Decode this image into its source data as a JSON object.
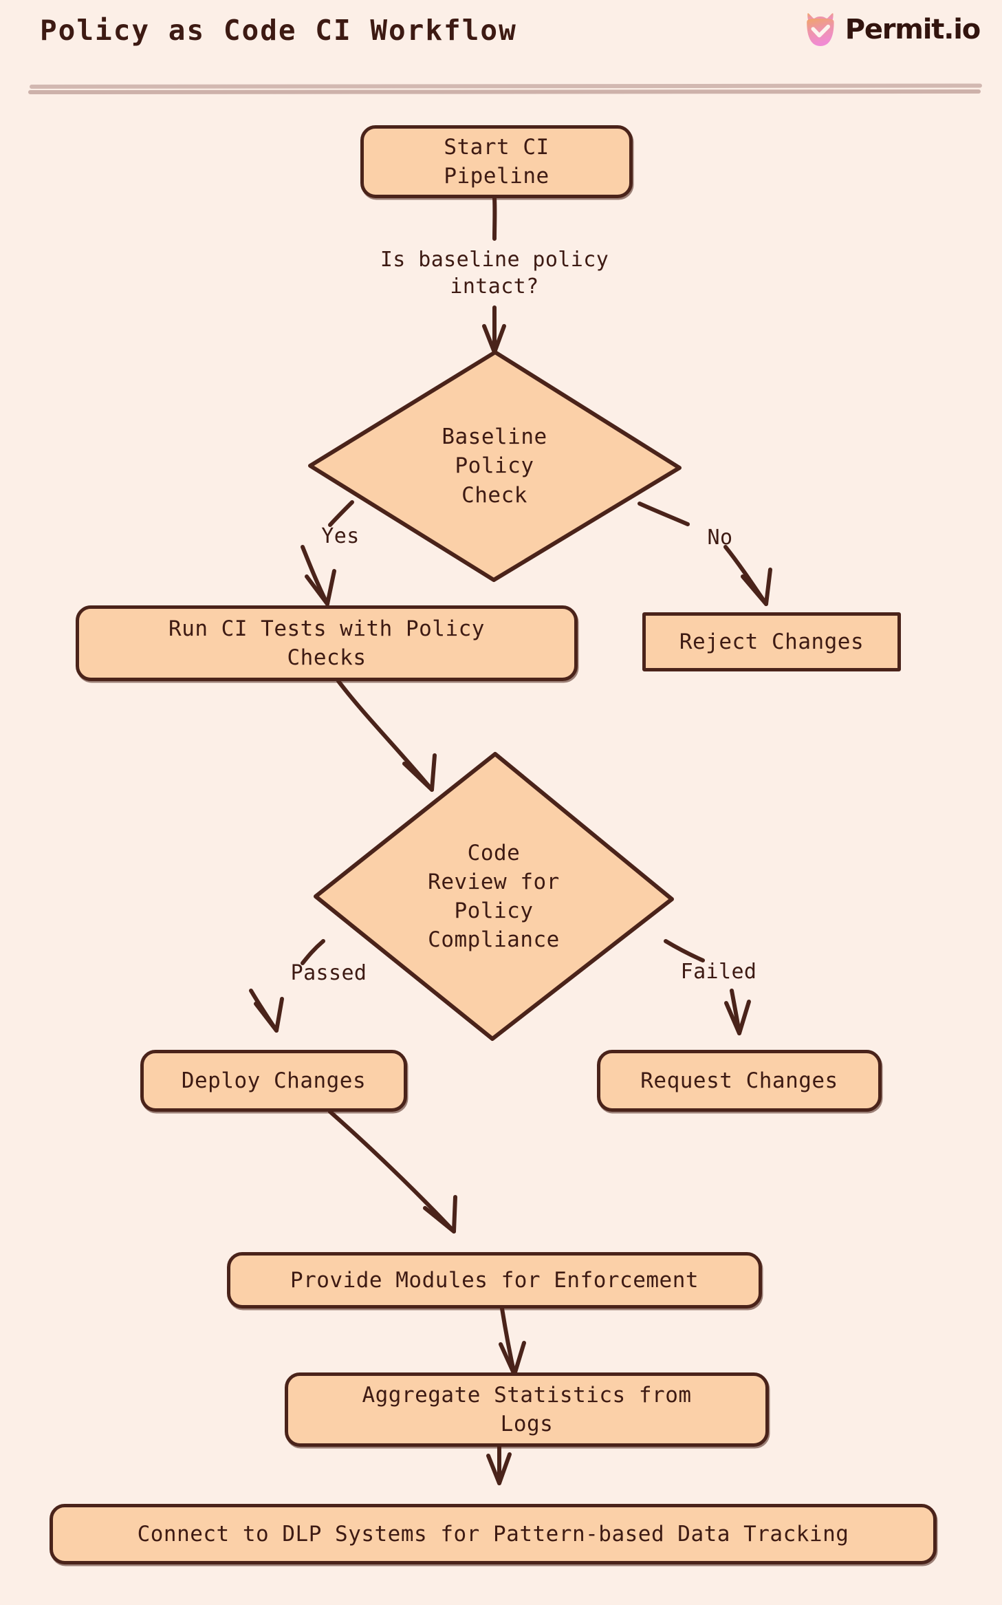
{
  "header": {
    "title": "Policy as Code CI Workflow",
    "brand_name": "Permit.io",
    "brand_mark_icon": "permit-cat-logo-icon",
    "divider_icon": "hand-drawn-double-rule-icon"
  },
  "colors": {
    "page_background": "#fcefe7",
    "node_fill": "#fbd0a8",
    "node_stroke": "#4a231a",
    "text": "#3d1a13",
    "divider": "#cfb5ae",
    "brand_text": "#32140e",
    "logo_gradient_top": "#f0a06a",
    "logo_gradient_bottom": "#ef8fd0"
  },
  "chart_data": {
    "type": "diagram",
    "diagram_kind": "flowchart",
    "direction": "top-to-bottom",
    "title": "Policy as Code CI Workflow",
    "nodes": [
      {
        "id": "start",
        "label": "Start CI\nPipeline",
        "shape": "rounded-rect"
      },
      {
        "id": "baseline",
        "label": "Baseline\nPolicy\nCheck",
        "shape": "diamond"
      },
      {
        "id": "runtests",
        "label": "Run CI Tests with Policy\nChecks",
        "shape": "rounded-rect"
      },
      {
        "id": "reject",
        "label": "Reject Changes",
        "shape": "rect"
      },
      {
        "id": "review",
        "label": "Code\nReview for\nPolicy\nCompliance",
        "shape": "diamond"
      },
      {
        "id": "deploy",
        "label": "Deploy Changes",
        "shape": "rounded-rect"
      },
      {
        "id": "request",
        "label": "Request Changes",
        "shape": "rounded-rect"
      },
      {
        "id": "provide",
        "label": "Provide Modules for Enforcement",
        "shape": "rounded-rect"
      },
      {
        "id": "aggregate",
        "label": "Aggregate Statistics from\nLogs",
        "shape": "rounded-rect"
      },
      {
        "id": "dlp",
        "label": "Connect to DLP Systems for Pattern-based Data Tracking",
        "shape": "rounded-rect"
      }
    ],
    "edges": [
      {
        "from": "start",
        "to": "baseline",
        "label": "Is baseline policy\nintact?"
      },
      {
        "from": "baseline",
        "to": "runtests",
        "label": "Yes"
      },
      {
        "from": "baseline",
        "to": "reject",
        "label": "No"
      },
      {
        "from": "runtests",
        "to": "review",
        "label": ""
      },
      {
        "from": "review",
        "to": "deploy",
        "label": "Passed"
      },
      {
        "from": "review",
        "to": "request",
        "label": "Failed"
      },
      {
        "from": "deploy",
        "to": "provide",
        "label": ""
      },
      {
        "from": "provide",
        "to": "aggregate",
        "label": ""
      },
      {
        "from": "aggregate",
        "to": "dlp",
        "label": ""
      }
    ]
  }
}
